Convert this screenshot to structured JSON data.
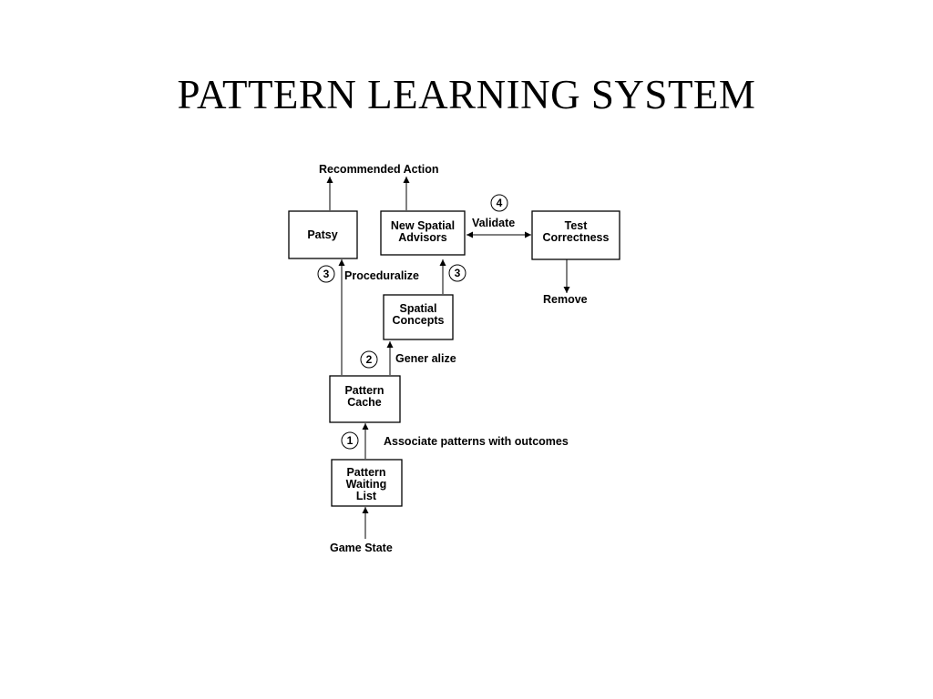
{
  "title": "PATTERN LEARNING SYSTEM",
  "boxes": {
    "patsy": [
      "Patsy"
    ],
    "new_spatial_advisors": [
      "New Spatial",
      "Advisors"
    ],
    "test_correctness": [
      "Test",
      "Correctness"
    ],
    "spatial_concepts": [
      "Spatial",
      "Concepts"
    ],
    "pattern_cache": [
      "Pattern",
      "Cache"
    ],
    "pattern_waiting_list": [
      "Pattern",
      "Waiting",
      "List"
    ]
  },
  "labels": {
    "recommended_action": "Recommended Action",
    "validate": "Validate",
    "remove": "Remove",
    "proceduralize": "Proceduralize",
    "generalize": "Gener alize",
    "associate": "Associate patterns with outcomes",
    "game_state": "Game State"
  },
  "steps": {
    "step_1": "1",
    "step_2": "2",
    "step_3a": "3",
    "step_3b": "3",
    "step_4": "4"
  }
}
